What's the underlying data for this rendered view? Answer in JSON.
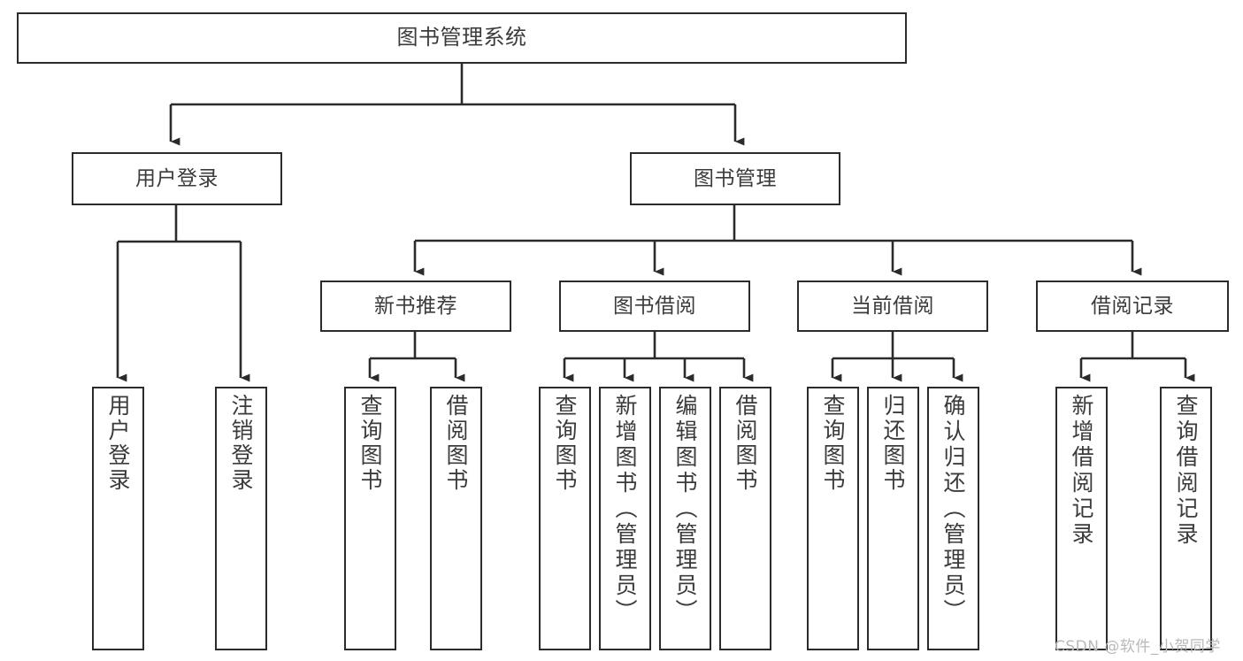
{
  "diagram": {
    "title": "图书管理系统",
    "type": "function-structure-tree",
    "colors": {
      "box_border": "#2b2b2b",
      "box_fill": "#ffffff",
      "edge": "#2b2b2b",
      "text": "#3b3b3b",
      "watermark": "#b9b9b9",
      "background": "#ffffff"
    },
    "root": {
      "label": "图书管理系统"
    },
    "level1": [
      {
        "label": "用户登录"
      },
      {
        "label": "图书管理"
      }
    ],
    "level2": [
      {
        "label": "新书推荐"
      },
      {
        "label": "图书借阅"
      },
      {
        "label": "当前借阅"
      },
      {
        "label": "借阅记录"
      }
    ],
    "leaves": {
      "user_login": [
        {
          "label": "用户登录"
        },
        {
          "label": "注销登录"
        }
      ],
      "new_book_recommend": [
        {
          "label": "查询图书"
        },
        {
          "label": "借阅图书"
        }
      ],
      "book_borrow": [
        {
          "label": "查询图书"
        },
        {
          "label": "新增图书（管理员）"
        },
        {
          "label": "编辑图书（管理员）"
        },
        {
          "label": "借阅图书"
        }
      ],
      "current_borrow": [
        {
          "label": "查询图书"
        },
        {
          "label": "归还图书"
        },
        {
          "label": "确认归还（管理员）"
        }
      ],
      "borrow_record": [
        {
          "label": "新增借阅记录"
        },
        {
          "label": "查询借阅记录"
        }
      ]
    }
  },
  "watermark": {
    "text": "CSDN @软件_小贺同学"
  }
}
